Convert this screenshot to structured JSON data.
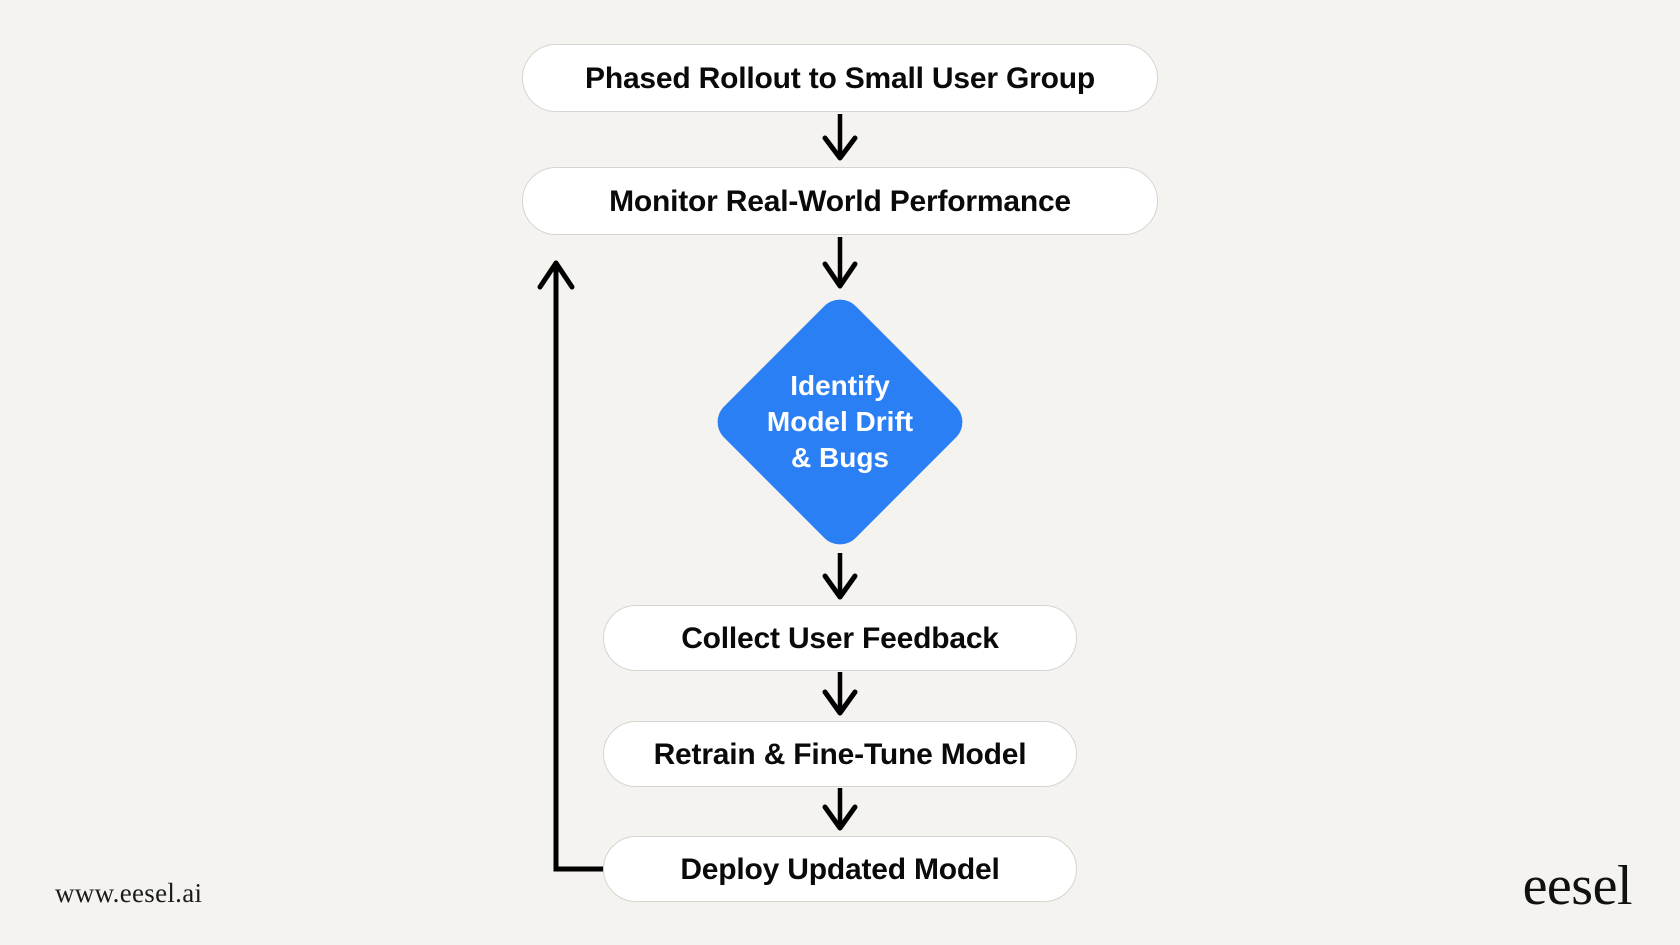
{
  "page": {
    "background_color": "#F4F3F0",
    "watermark_url": "www.eesel.ai",
    "brand_logo": "eesel"
  },
  "theme": {
    "accent_color": "#2B7FF5",
    "box_fill": "#FFFFFF",
    "box_border": "#D6D4D1",
    "text_color": "#0A0A0A",
    "arrow_color": "#000000"
  },
  "chart_data": {
    "type": "diagram",
    "title": "",
    "nodes": [
      {
        "id": "phased-rollout",
        "label": "Phased Rollout to Small User Group",
        "shape": "rounded-rect"
      },
      {
        "id": "monitor-performance",
        "label": "Monitor Real-World Performance",
        "shape": "rounded-rect"
      },
      {
        "id": "identify-drift",
        "label": "Identify\nModel Drift\n& Bugs",
        "shape": "diamond"
      },
      {
        "id": "collect-feedback",
        "label": "Collect User Feedback",
        "shape": "rounded-rect"
      },
      {
        "id": "retrain-model",
        "label": "Retrain & Fine-Tune Model",
        "shape": "rounded-rect"
      },
      {
        "id": "deploy-model",
        "label": "Deploy Updated Model",
        "shape": "rounded-rect"
      }
    ],
    "edges": [
      {
        "from": "phased-rollout",
        "to": "monitor-performance",
        "label": "",
        "style": "straight-down"
      },
      {
        "from": "monitor-performance",
        "to": "identify-drift",
        "label": "",
        "style": "straight-down"
      },
      {
        "from": "identify-drift",
        "to": "collect-feedback",
        "label": "",
        "style": "straight-down"
      },
      {
        "from": "collect-feedback",
        "to": "retrain-model",
        "label": "",
        "style": "straight-down"
      },
      {
        "from": "retrain-model",
        "to": "deploy-model",
        "label": "",
        "style": "straight-down"
      },
      {
        "from": "deploy-model",
        "to": "monitor-performance",
        "label": "",
        "style": "loop-back-left"
      }
    ]
  },
  "nodes": {
    "phased_rollout": {
      "label": "Phased Rollout to Small User Group"
    },
    "monitor_performance": {
      "label": "Monitor Real-World Performance"
    },
    "identify_drift": {
      "label": "Identify\nModel Drift\n& Bugs"
    },
    "collect_feedback": {
      "label": "Collect User Feedback"
    },
    "retrain_model": {
      "label": "Retrain & Fine-Tune Model"
    },
    "deploy_model": {
      "label": "Deploy Updated Model"
    }
  }
}
